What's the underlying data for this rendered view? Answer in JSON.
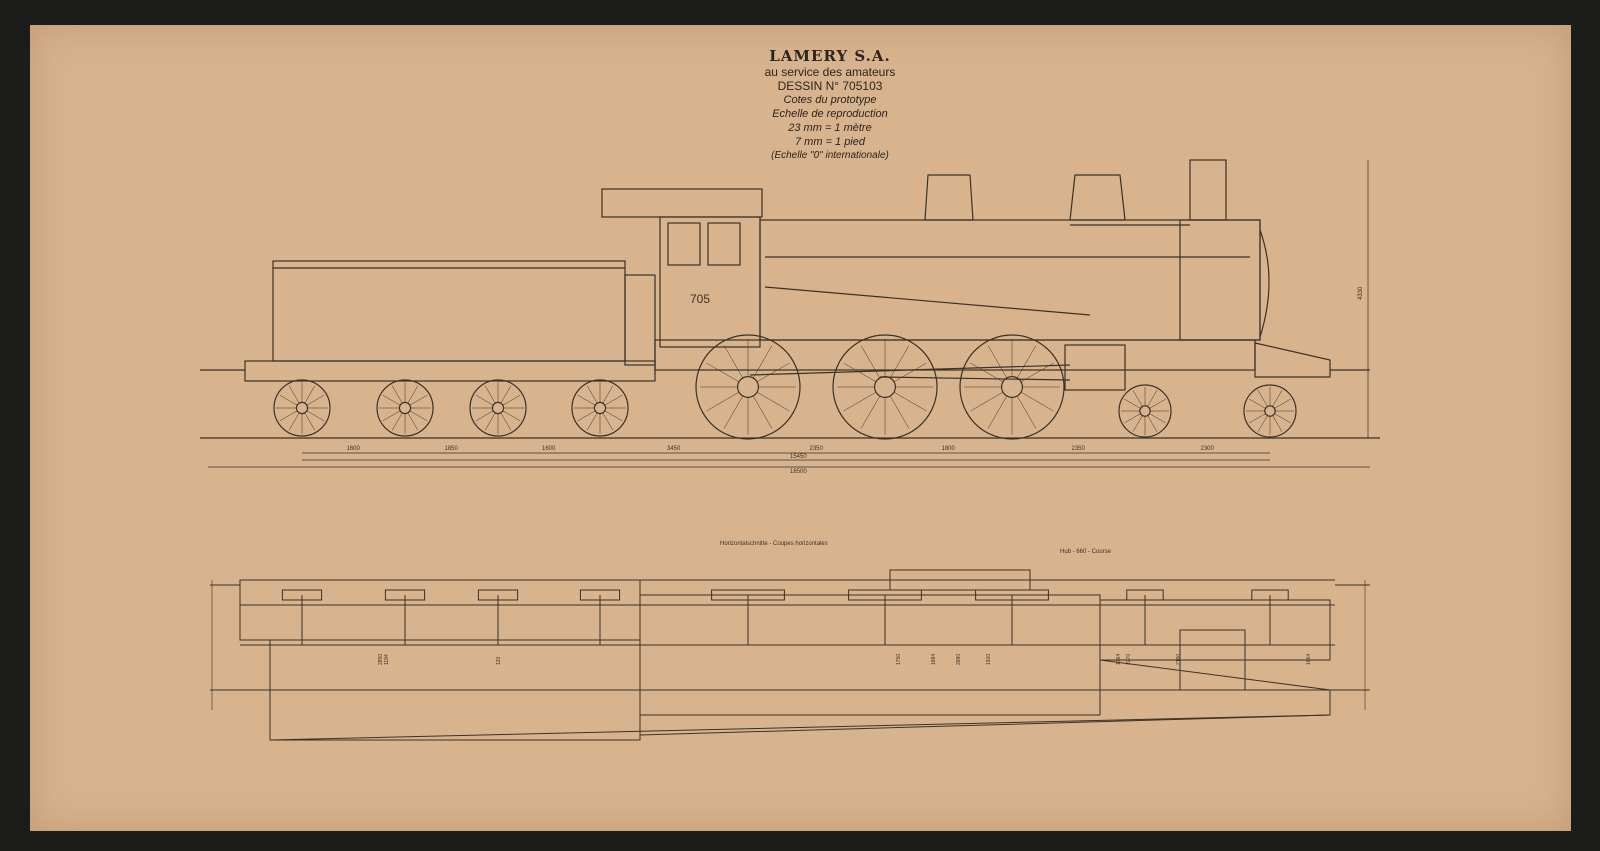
{
  "title_block": {
    "company": "LAMERY S.A.",
    "tagline": "au service des amateurs",
    "drawing_number": "DESSIN N° 705103",
    "line1": "Cotes du prototype",
    "line2": "Echelle de reproduction",
    "line3": "23 mm = 1 mètre",
    "line4": "7 mm = 1 pied",
    "line5": "(Echelle \"0\" internationale)"
  },
  "locomotive": {
    "number": "705"
  },
  "dimensions": {
    "wheelbase": [
      "1600",
      "1850",
      "1600",
      "3450",
      "2350",
      "1800",
      "2350",
      "2300"
    ],
    "total_wheelbase": "15450",
    "total_length": "18500",
    "height": "4330"
  },
  "plan_view": {
    "caption": "Horizontalschnitte  -  Coupes horizontales",
    "stroke_label": "Hub - 660 - Course",
    "dims": [
      "120",
      "1184",
      "2850",
      "1750",
      "1884",
      "2880",
      "1920",
      "1764",
      "2270",
      "2180",
      "1664"
    ]
  },
  "colors": {
    "paper": "#d8b48e",
    "ink": "#3a3128",
    "background": "#1c1c1a"
  }
}
